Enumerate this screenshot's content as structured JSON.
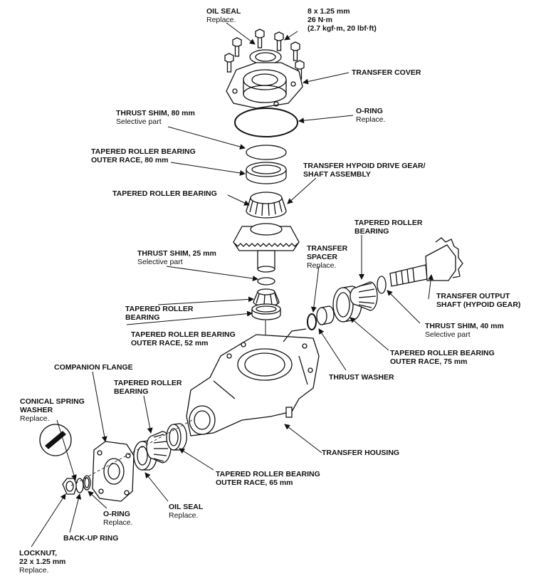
{
  "labels": {
    "oil_seal_top": {
      "title": "OIL SEAL",
      "note": "Replace."
    },
    "bolt_spec": {
      "l1": "8 x 1.25 mm",
      "l2": "26 N·m",
      "l3": "(2.7 kgf·m, 20 lbf·ft)"
    },
    "transfer_cover": {
      "title": "TRANSFER COVER"
    },
    "o_ring_top": {
      "title": "O-RING",
      "note": "Replace."
    },
    "thrust_shim_80": {
      "title": "THRUST SHIM, 80 mm",
      "note": "Selective part"
    },
    "outer_race_80": {
      "l1": "TAPERED ROLLER BEARING",
      "l2": "OUTER RACE, 80 mm"
    },
    "drive_gear": {
      "l1": "TRANSFER HYPOID DRIVE GEAR/",
      "l2": "SHAFT ASSEMBLY"
    },
    "bearing_top": {
      "title": "TAPERED ROLLER BEARING"
    },
    "bearing_right": {
      "l1": "TAPERED ROLLER",
      "l2": "BEARING"
    },
    "transfer_spacer": {
      "l1": "TRANSFER",
      "l2": "SPACER",
      "note": "Replace."
    },
    "thrust_shim_25": {
      "title": "THRUST SHIM, 25 mm",
      "note": "Selective part"
    },
    "output_shaft": {
      "l1": "TRANSFER OUTPUT",
      "l2": "SHAFT (HYPOID GEAR)"
    },
    "bearing_mid": {
      "l1": "TAPERED ROLLER",
      "l2": "BEARING"
    },
    "outer_race_52": {
      "l1": "TAPERED ROLLER BEARING",
      "l2": "OUTER RACE, 52 mm"
    },
    "thrust_shim_40": {
      "title": "THRUST SHIM, 40 mm",
      "note": "Selective part"
    },
    "outer_race_75": {
      "l1": "TAPERED ROLLER BEARING",
      "l2": "OUTER RACE, 75 mm"
    },
    "companion_flange": {
      "title": "COMPANION FLANGE"
    },
    "thrust_washer": {
      "title": "THRUST WASHER"
    },
    "bearing_low": {
      "l1": "TAPERED ROLLER",
      "l2": "BEARING"
    },
    "conical_washer": {
      "l1": "CONICAL SPRING",
      "l2": "WASHER",
      "note": "Replace."
    },
    "transfer_housing": {
      "title": "TRANSFER HOUSING"
    },
    "outer_race_65": {
      "l1": "TAPERED ROLLER BEARING",
      "l2": "OUTER RACE, 65 mm"
    },
    "oil_seal_low": {
      "title": "OIL SEAL",
      "note": "Replace."
    },
    "o_ring_low": {
      "title": "O-RING",
      "note": "Replace."
    },
    "backup_ring": {
      "title": "BACK-UP RING"
    },
    "locknut": {
      "l1": "LOCKNUT,",
      "l2": "22 x 1.25 mm",
      "note": "Replace."
    }
  }
}
